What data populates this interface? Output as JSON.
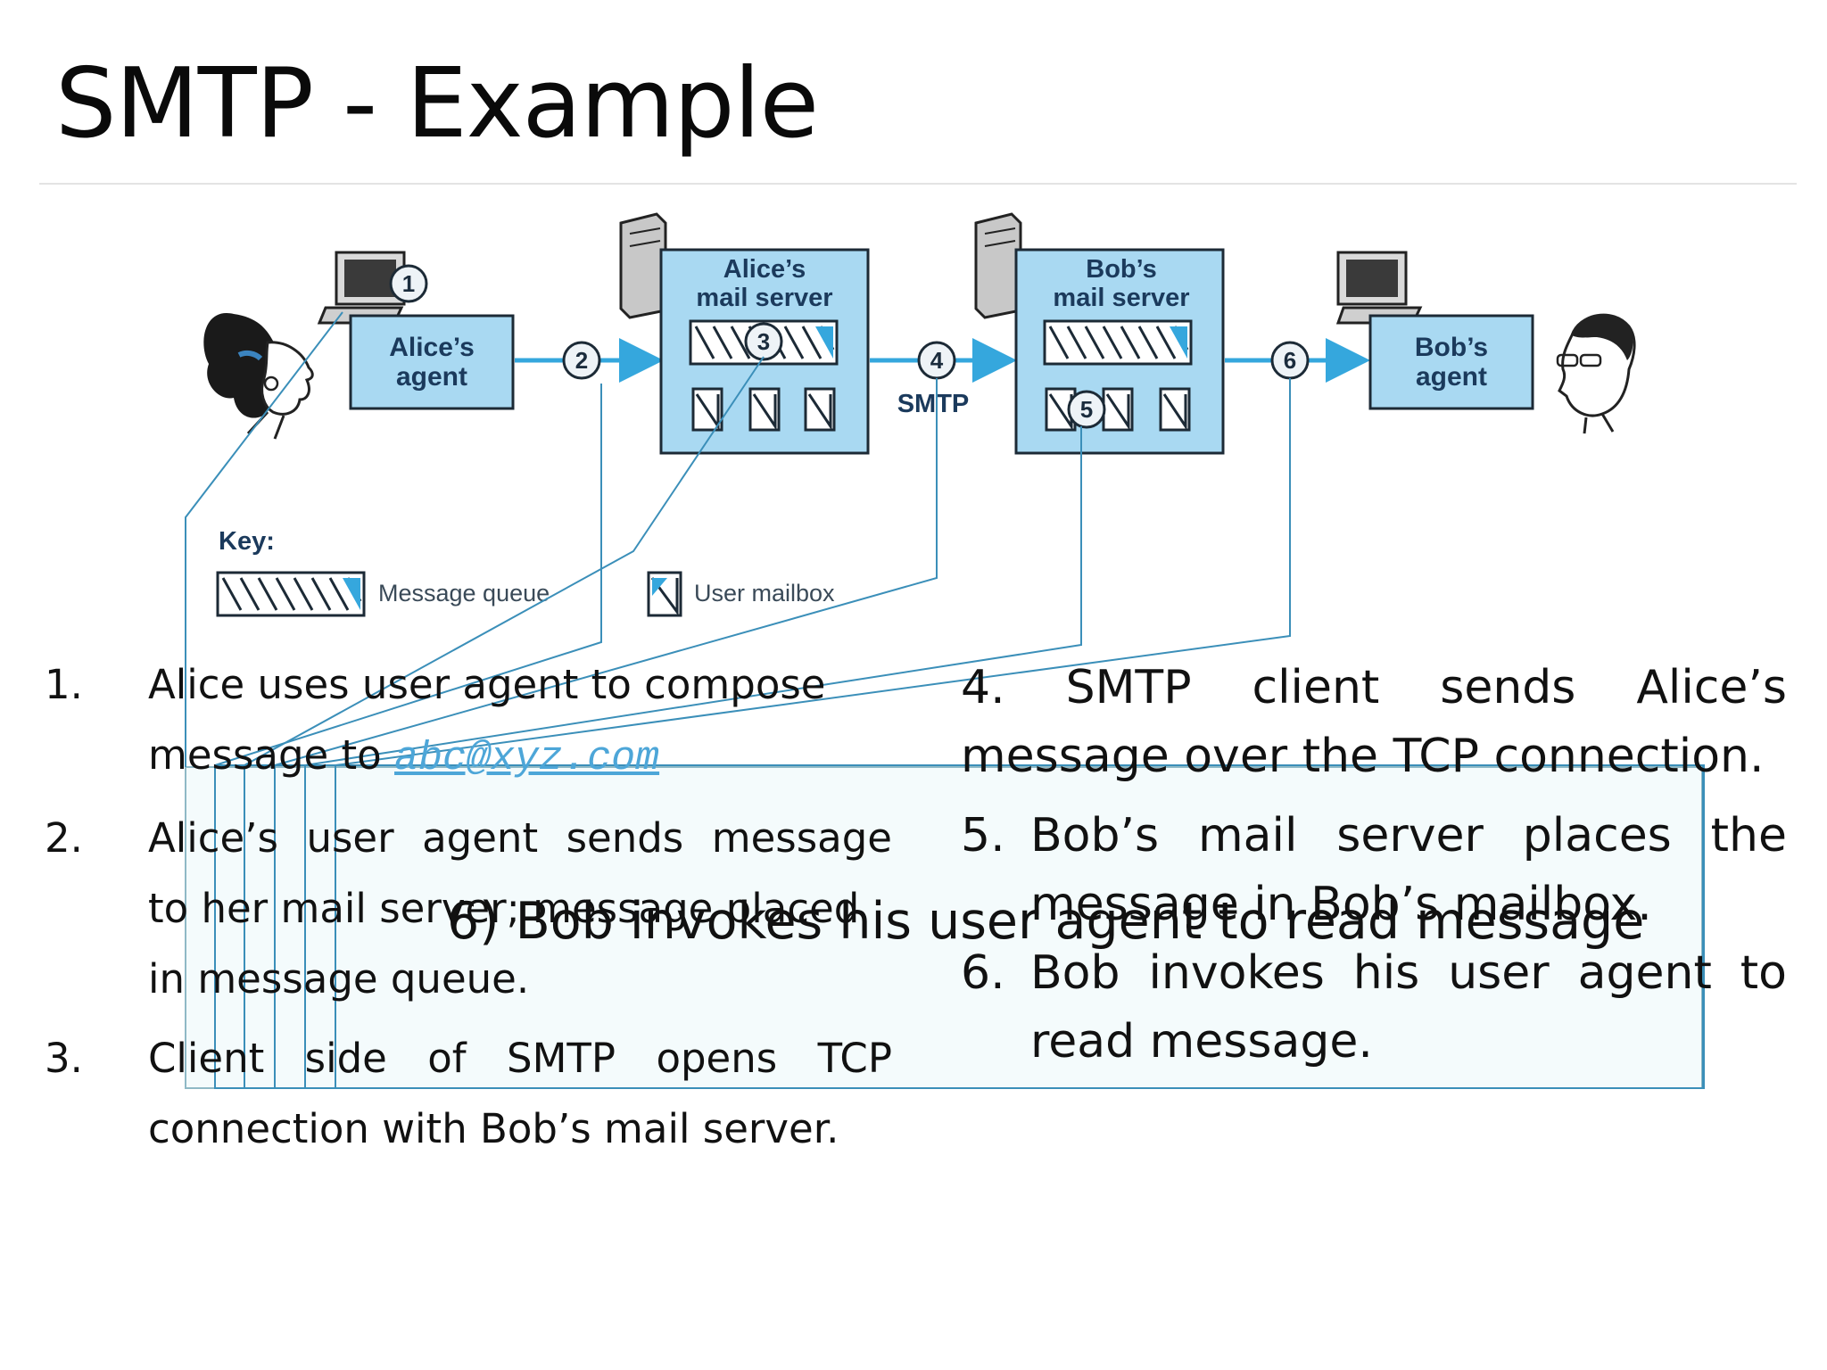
{
  "slide": {
    "title": "SMTP - Example"
  },
  "diagram": {
    "alice_agent": [
      "Alice’s",
      "agent"
    ],
    "alice_server": [
      "Alice’s",
      "mail server"
    ],
    "bob_server": [
      "Bob’s",
      "mail server"
    ],
    "bob_agent": [
      "Bob’s",
      "agent"
    ],
    "smtp_label": "SMTP",
    "steps": [
      "1",
      "2",
      "3",
      "4",
      "5",
      "6"
    ],
    "key": {
      "title": "Key:",
      "queue": "Message queue",
      "mailbox": "User mailbox"
    },
    "colors": {
      "box_fill": "#a9d9f2",
      "box_stroke": "#1c2a36",
      "arrow": "#35a7dd",
      "leader": "#3b8fb9"
    }
  },
  "steps_left": [
    {
      "marker": "1.",
      "text": "Alice uses user agent to compose",
      "text2": "message to",
      "email": "abc@xyz.com"
    },
    {
      "marker": "2.",
      "lines": [
        "Alice’s user agent sends message",
        "to her mail server; message placed",
        "in message queue."
      ]
    },
    {
      "marker": "3.",
      "lines": [
        "Client side of SMTP opens TCP",
        "connection with Bob’s mail server."
      ]
    }
  ],
  "steps_right": [
    {
      "marker": "4.",
      "lines": [
        "SMTP client sends Alice’s",
        "message over the TCP connection."
      ]
    },
    {
      "marker": "5.",
      "lines": [
        "Bob’s mail server places the",
        "message in Bob’s mailbox."
      ]
    },
    {
      "marker": "6.",
      "lines": [
        "Bob invokes his user agent to",
        "read message."
      ]
    }
  ],
  "callout": "6) Bob invokes his user agent to read message"
}
